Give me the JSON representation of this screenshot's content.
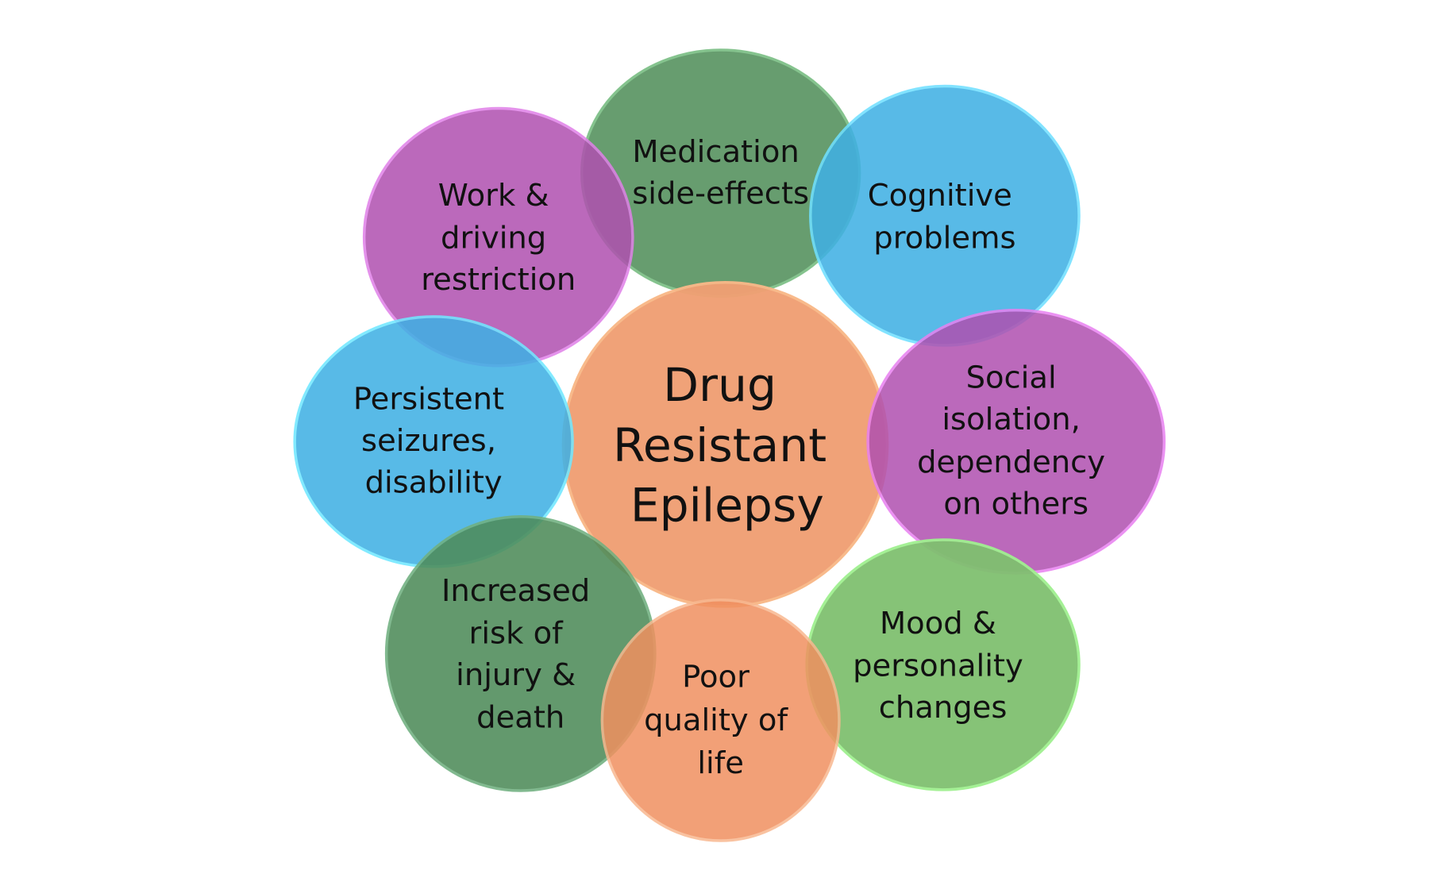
{
  "center": {
    "lines": [
      "Drug",
      "Resistant",
      "Epilepsy"
    ],
    "color": "#f0a074"
  },
  "bubbles": [
    {
      "id": "medication",
      "lines": [
        "Medication",
        "side-effects"
      ],
      "color": "#5f9868"
    },
    {
      "id": "cognitive",
      "lines": [
        "Cognitive",
        "problems"
      ],
      "color": "#58bce8"
    },
    {
      "id": "work",
      "lines": [
        "Work &",
        "driving",
        "restriction"
      ],
      "color": "#c068bc"
    },
    {
      "id": "social",
      "lines": [
        "Social",
        "isolation,",
        "dependency",
        "on others"
      ],
      "color": "#c068bc"
    },
    {
      "id": "persistent",
      "lines": [
        "Persistent",
        "seizures,",
        "disability"
      ],
      "color": "#58bce8"
    },
    {
      "id": "mood",
      "lines": [
        "Mood &",
        "personality",
        "changes"
      ],
      "color": "#88c474"
    },
    {
      "id": "injury",
      "lines": [
        "Increased",
        "risk of",
        "injury &",
        "death"
      ],
      "color": "#5f9868"
    },
    {
      "id": "quality",
      "lines": [
        "Poor",
        "quality of",
        "life"
      ],
      "color": "#f0a074"
    }
  ]
}
